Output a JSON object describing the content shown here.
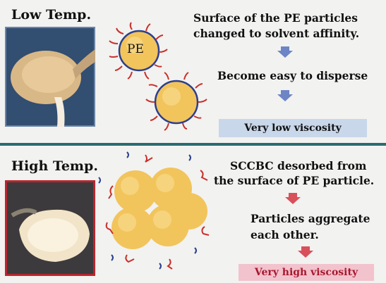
{
  "low": {
    "label": "Low Temp.",
    "line1": "Surface of the PE particles",
    "line2": "changed to solvent affinity.",
    "step2": "Become easy to disperse",
    "result": "Very low viscosity",
    "particle_label": "PE"
  },
  "high": {
    "label": "High Temp.",
    "line1": "SCCBC desorbed from",
    "line2": "the surface of PE particle.",
    "step2a": "Particles aggregate",
    "step2b": "each other.",
    "result": "Very high viscosity"
  },
  "colors": {
    "particle": "#f2c45c",
    "chain_red": "#c8302a",
    "chain_blue": "#2b3f8f",
    "arrow_blue": "#6d84c6",
    "arrow_red": "#d8505a",
    "box_blue": "#c9d7ea",
    "box_pink": "#f2c2cd",
    "divider": "#2a6b73"
  }
}
